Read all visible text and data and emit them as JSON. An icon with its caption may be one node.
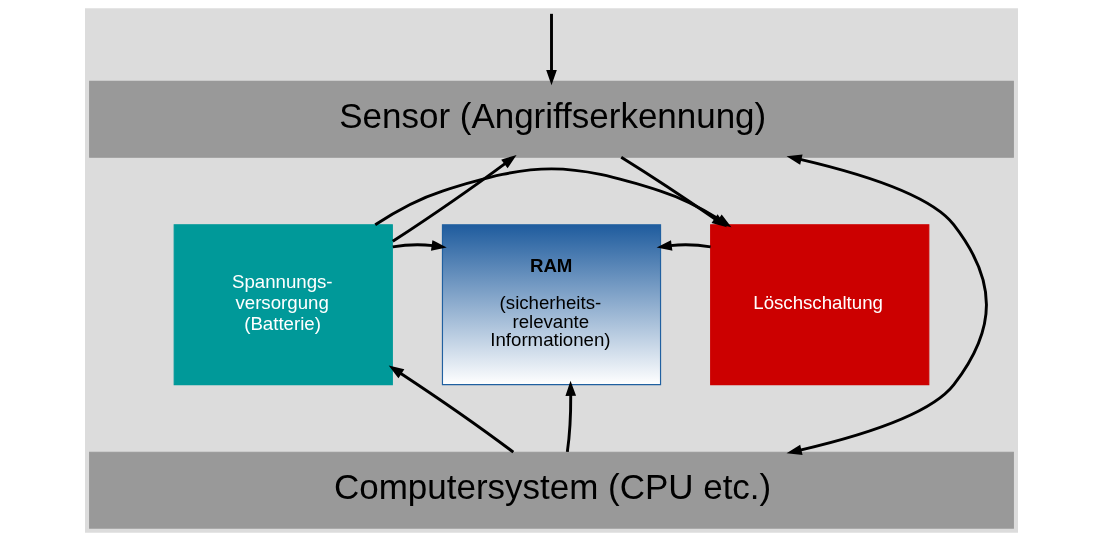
{
  "diagram": {
    "nodes": [
      {
        "text": [
          "Sensor (Angriffserkennung)"
        ]
      },
      {
        "text": [
          "Spannungs- versorgung (Batterie)"
        ]
      },
      {
        "text": [
          "RAM",
          "(sicherheits- relevante Informationen)"
        ]
      },
      {
        "text": [
          "Löschschaltung"
        ]
      },
      {
        "text": [
          "Computersystem (CPU etc.)"
        ]
      }
    ],
    "edges": [
      {
        "from": null,
        "to": 0,
        "arrow": "to"
      },
      {
        "from": 1,
        "to": 0,
        "arrow": "to"
      },
      {
        "from": 1,
        "to": 3,
        "arrow": "to"
      },
      {
        "from": 0,
        "to": 3,
        "arrow": "to"
      },
      {
        "from": 0,
        "to": 4,
        "arrow": "both"
      },
      {
        "from": 1,
        "to": 2,
        "arrow": "to"
      },
      {
        "from": 3,
        "to": 2,
        "arrow": "to"
      },
      {
        "from": 4,
        "to": 1,
        "arrow": "to"
      },
      {
        "from": 4,
        "to": 2,
        "arrow": "to"
      }
    ]
  }
}
